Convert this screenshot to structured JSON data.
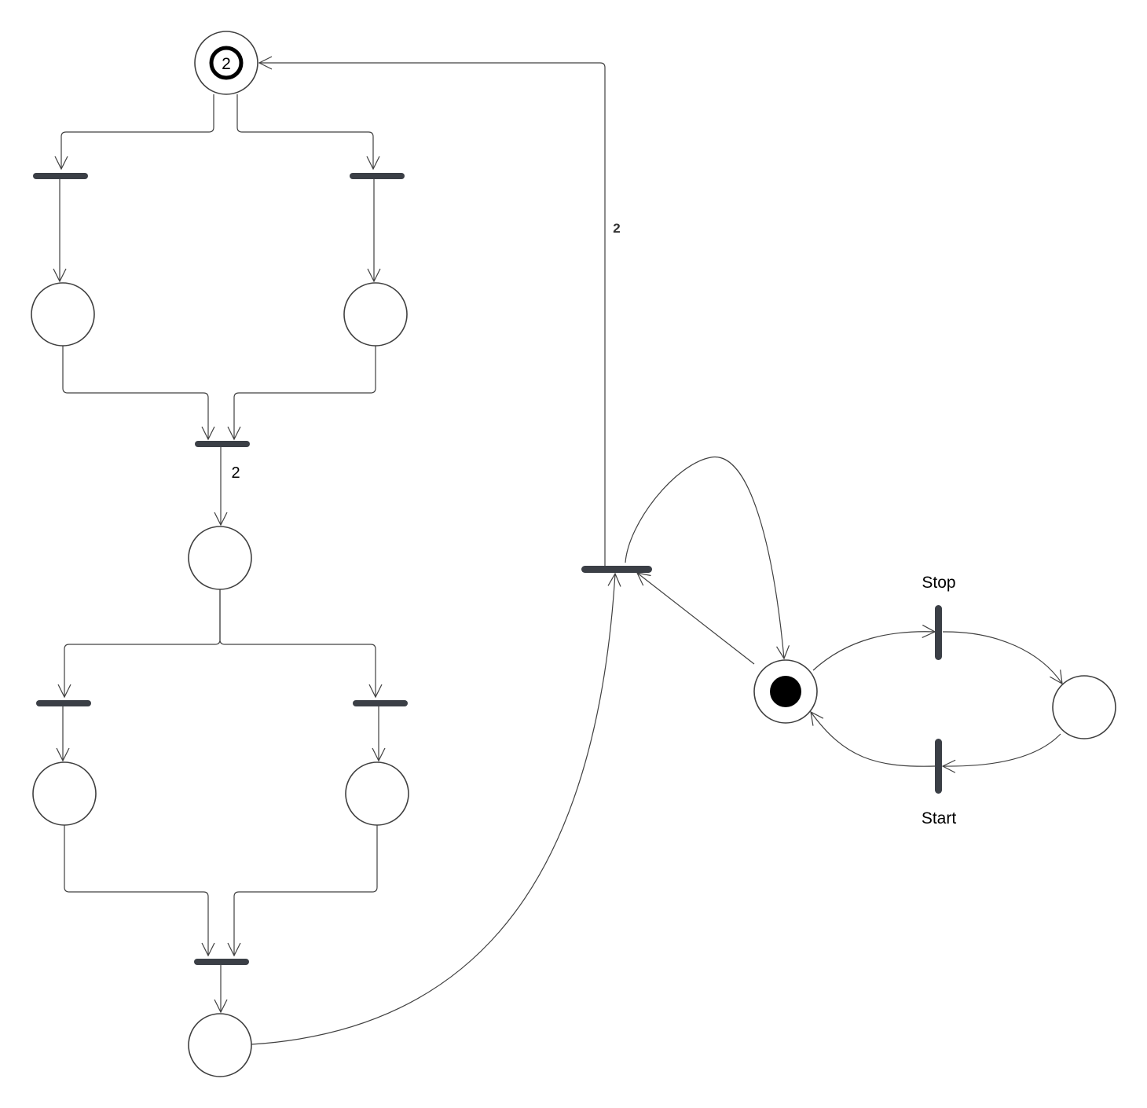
{
  "colors": {
    "background": "#ffffff",
    "stroke": "#404040",
    "transition": "#3b3f46",
    "token": "#000000"
  },
  "places": [
    {
      "id": "p-top",
      "tokens": 2,
      "token_label": "2"
    },
    {
      "id": "p-left-1",
      "tokens": 0
    },
    {
      "id": "p-right-1",
      "tokens": 0
    },
    {
      "id": "p-mid",
      "tokens": 0
    },
    {
      "id": "p-left-2",
      "tokens": 0
    },
    {
      "id": "p-right-2",
      "tokens": 0
    },
    {
      "id": "p-bottom",
      "tokens": 0
    },
    {
      "id": "p-control",
      "tokens": 1
    },
    {
      "id": "p-stopped",
      "tokens": 0
    }
  ],
  "transitions": [
    {
      "id": "t-split-left-1",
      "orientation": "horizontal"
    },
    {
      "id": "t-split-right-1",
      "orientation": "horizontal"
    },
    {
      "id": "t-join-1",
      "orientation": "horizontal"
    },
    {
      "id": "t-split-left-2",
      "orientation": "horizontal"
    },
    {
      "id": "t-split-right-2",
      "orientation": "horizontal"
    },
    {
      "id": "t-join-2",
      "orientation": "horizontal"
    },
    {
      "id": "t-return",
      "orientation": "horizontal"
    },
    {
      "id": "t-stop",
      "orientation": "vertical",
      "label": "Stop"
    },
    {
      "id": "t-start",
      "orientation": "vertical",
      "label": "Start"
    }
  ],
  "arc_weights": {
    "join_1_to_mid": "2",
    "return_to_top": "2"
  }
}
